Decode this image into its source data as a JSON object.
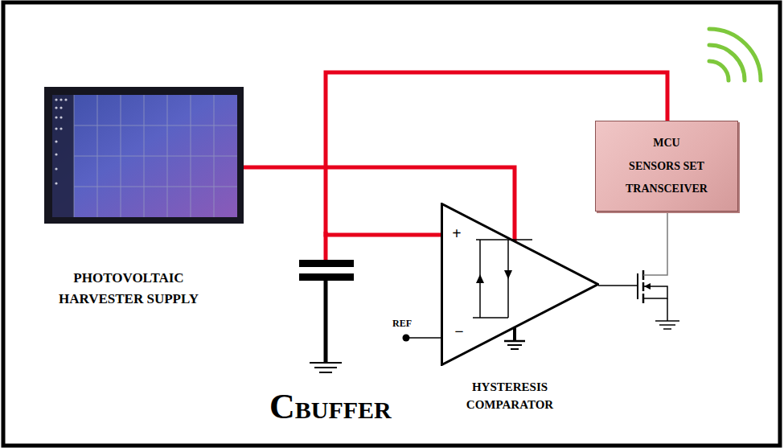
{
  "diagram": {
    "nodes": [
      {
        "text": [
          "PHOTOVOLTAIC HARVESTER SUPPLY"
        ]
      },
      {
        "text": [
          "+",
          "−",
          "HYSTERESIS COMPARATOR"
        ]
      },
      {
        "text": [
          "MCU",
          "SENSORS SET",
          "TRANSCEIVER"
        ]
      }
    ],
    "edges": [
      {
        "from": 0,
        "to": 1,
        "arrow": "none"
      },
      {
        "from": 1,
        "to": 2,
        "arrow": "none"
      }
    ],
    "labels": [
      "C",
      "BUFFER",
      "REF"
    ]
  }
}
